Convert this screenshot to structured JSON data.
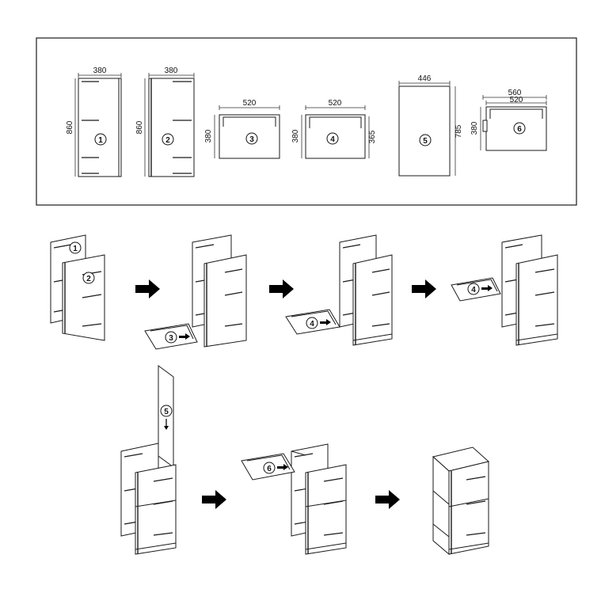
{
  "parts": [
    {
      "id": "1",
      "width_label": "380",
      "height_label": "860"
    },
    {
      "id": "2",
      "width_label": "380",
      "height_label": "860"
    },
    {
      "id": "3",
      "width_label": "520",
      "height_label": "380"
    },
    {
      "id": "4",
      "width_label": "520",
      "height_label": "380",
      "height2_label": "365"
    },
    {
      "id": "5",
      "width_label": "446",
      "height_label": "785"
    },
    {
      "id": "6",
      "width_label": "560",
      "width2_label": "520",
      "height_label": "380"
    }
  ],
  "steps": {
    "s1": {
      "labels": [
        "1",
        "2"
      ]
    },
    "s2": {
      "labels": [
        "3"
      ]
    },
    "s3": {
      "labels": [
        "4"
      ]
    },
    "s4": {
      "labels": [
        "4"
      ]
    },
    "s5": {
      "labels": [
        "5"
      ]
    },
    "s6": {
      "labels": [
        "6"
      ]
    }
  }
}
